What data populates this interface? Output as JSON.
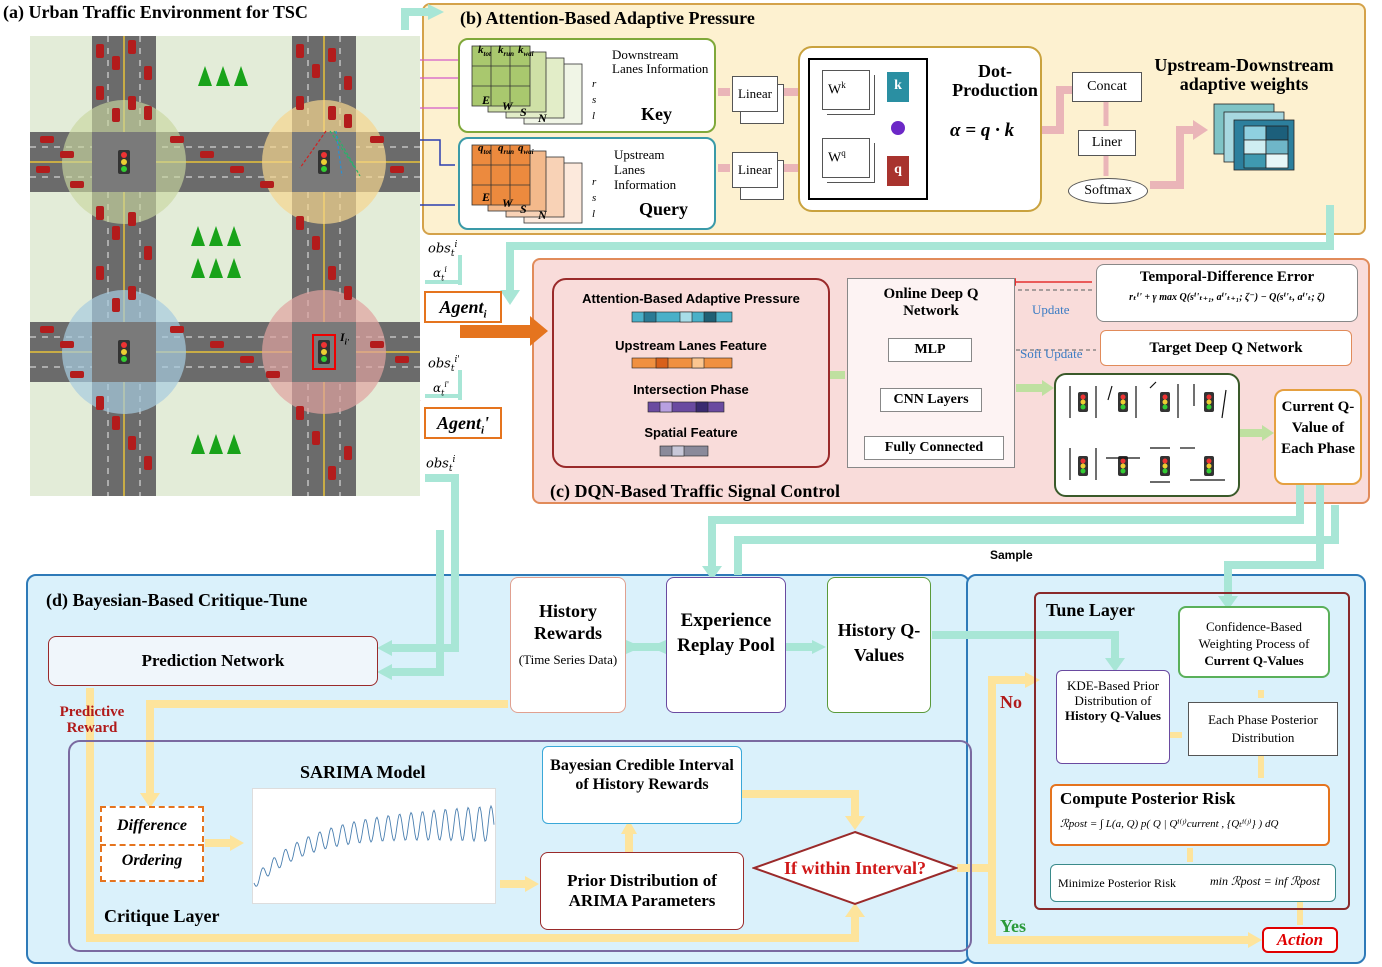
{
  "panel_a": {
    "title": "(a) Urban Traffic Environment for TSC",
    "intersection_label": "I",
    "intersection_subscript": "i'"
  },
  "panel_b": {
    "title": "(b) Attention-Based Adaptive Pressure",
    "key_cols": [
      "k",
      "k",
      "k"
    ],
    "key_col_subs": [
      "tot",
      "run",
      "wai"
    ],
    "query_cols": [
      "q",
      "q",
      "q"
    ],
    "query_col_subs": [
      "tot",
      "run",
      "wai"
    ],
    "dir_labels": [
      "E",
      "W",
      "S",
      "N"
    ],
    "lane_labels": [
      "r",
      "s",
      "l"
    ],
    "downstream_info": "Downstream Lanes Information",
    "upstream_info": "Upstream Lanes Information",
    "key_label": "Key",
    "query_label": "Query",
    "linear_1": "Linear",
    "linear_2": "Linear",
    "wk": "W",
    "wk_sup": "k",
    "wq": "W",
    "wq_sup": "q",
    "k_label": "k",
    "q_label": "q",
    "dot_production": "Dot-Production",
    "alpha_formula": "α = q · k",
    "concat": "Concat",
    "liner": "Liner",
    "softmax": "Softmax",
    "adaptive_weights": "Upstream-Downstream adaptive weights"
  },
  "agents": {
    "obs_label": "obs",
    "alpha_label": "α",
    "agent_i": "Agent",
    "agent_i_sub": "i",
    "agent_i2": "Agent",
    "agent_i2_sub": "i",
    "agent_i2_suffix": "'",
    "sub_t": "t",
    "sup_i": "i",
    "sup_i2": "i'"
  },
  "panel_c": {
    "title": "(c) DQN-Based Traffic Signal Control",
    "features": [
      "Attention-Based Adaptive Pressure",
      "Upstream Lanes Feature",
      "Intersection Phase",
      "Spatial Feature"
    ],
    "online_dqn": "Online Deep Q Network",
    "mlp": "MLP",
    "cnn": "CNN Layers",
    "fc": "Fully Connected",
    "td_title": "Temporal-Difference Error",
    "td_formula": "rₜⁱ' + γ max Q(sⁱ'ₜ₊₁, aⁱ'ₜ₊₁; ζ⁻) − Q(sⁱ'ₜ, aⁱ'ₜ; ζ)",
    "update": "Update",
    "soft_update": "Soft Update",
    "target_dqn": "Target Deep Q Network",
    "current_q": "Current Q-Value of Each Phase"
  },
  "replay": {
    "sample": "Sample",
    "history_rewards": "History Rewards",
    "history_rewards_sub": "(Time Series Data)",
    "experience_pool": "Experience Replay Pool",
    "history_q": "History Q-Values"
  },
  "panel_d": {
    "title": "(d) Bayesian-Based Critique-Tune",
    "prediction_network": "Prediction Network",
    "predictive_reward": "Predictive Reward",
    "sarima": "SARIMA Model",
    "difference": "Difference",
    "ordering": "Ordering",
    "bayes_interval": "Bayesian Credible Interval of History Rewards",
    "prior_arima": "Prior Distribution of ARIMA Parameters",
    "if_within": "If within Interval?",
    "critique_layer": "Critique Layer",
    "no": "No",
    "yes": "Yes",
    "tune_layer": "Tune Layer",
    "confidence": "Confidence-Based Weighting Process of",
    "confidence_bold": "Current Q-Values",
    "kde_prior": "KDE-Based Prior Distribution of",
    "kde_bold": "History Q-Values",
    "phase_posterior": "Each Phase Posterior Distribution",
    "compute_risk": "Compute Posterior Risk",
    "risk_formula": "ℛpost = ∫ L(a, Q) p( Q | Qⁱ⁽ʲ⁾current , {Qₜⁱ⁽ʲ⁾} ) dQ",
    "minimize": "Minimize Posterior Risk",
    "minimize_formula": "min ℛpost = inf ℛpost",
    "action": "Action"
  },
  "colors": {
    "teal_arrow": "#a8e6d6",
    "pink_arrow": "#eab5b8",
    "yellow_arrow": "#fde49c",
    "green_arrow": "#bfe0a0",
    "panel_b_bg": "#fdf1d0",
    "panel_c_bg": "#f9dcda",
    "panel_d_bg": "#daf1fb",
    "action_red": "#e00000"
  }
}
